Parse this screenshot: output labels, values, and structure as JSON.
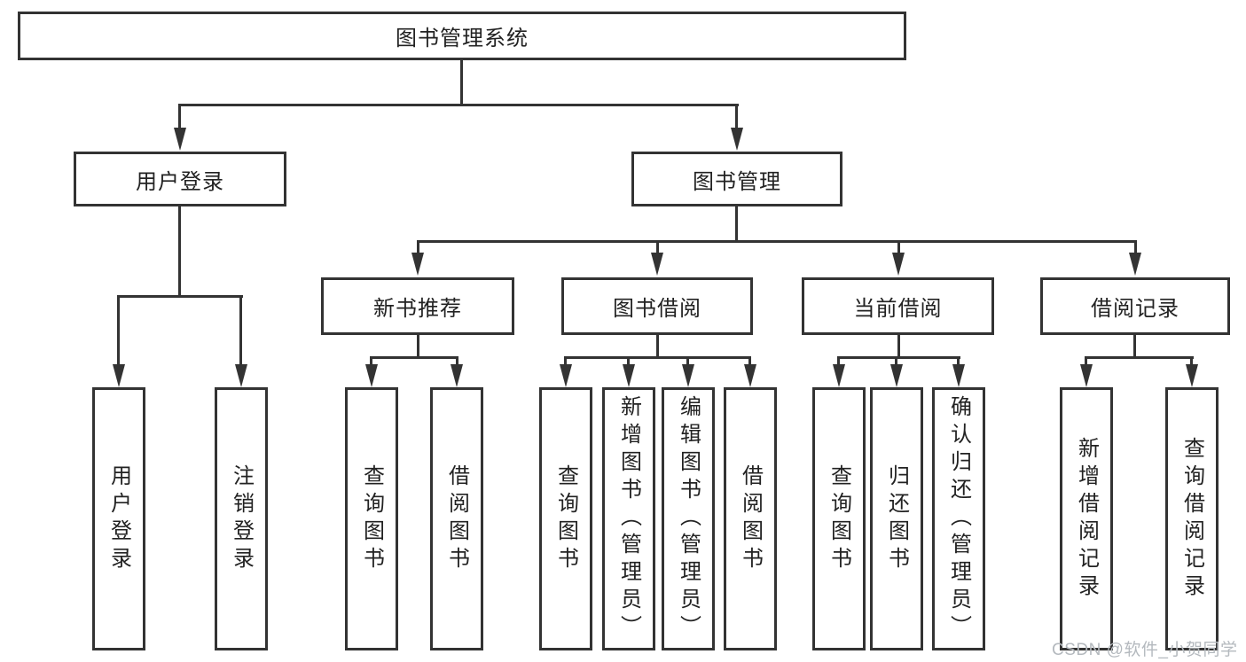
{
  "tree": {
    "label": "图书管理系统",
    "children": [
      {
        "label": "用户登录",
        "children": [
          {
            "label": "用户登录"
          },
          {
            "label": "注销登录"
          }
        ]
      },
      {
        "label": "图书管理",
        "children": [
          {
            "label": "新书推荐",
            "children": [
              {
                "label": "查询图书"
              },
              {
                "label": "借阅图书"
              }
            ]
          },
          {
            "label": "图书借阅",
            "children": [
              {
                "label": "查询图书"
              },
              {
                "label": "新增图书（管理员）"
              },
              {
                "label": "编辑图书（管理员）"
              },
              {
                "label": "借阅图书"
              }
            ]
          },
          {
            "label": "当前借阅",
            "children": [
              {
                "label": "查询图书"
              },
              {
                "label": "归还图书"
              },
              {
                "label": "确认归还（管理员）"
              }
            ]
          },
          {
            "label": "借阅记录",
            "children": [
              {
                "label": "新增借阅记录"
              },
              {
                "label": "查询借阅记录"
              }
            ]
          }
        ]
      }
    ]
  },
  "watermark": {
    "text": "CSDN @软件_小贺同学"
  },
  "colors": {
    "line": "#333333",
    "text": "#222222",
    "watermark": "#b4b9be",
    "background": "#ffffff"
  }
}
